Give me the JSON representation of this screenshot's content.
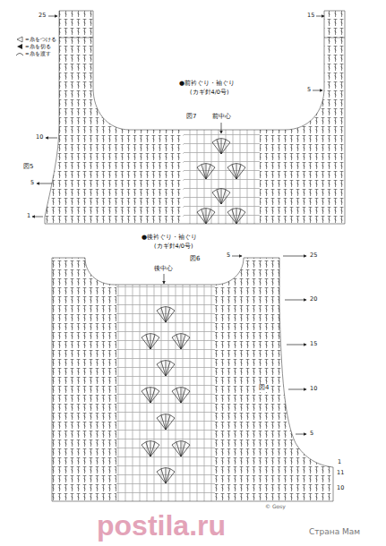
{
  "diagram": {
    "labels": [
      "●前衿ぐり・袖ぐり",
      "(カギ針4/0号)",
      "前中心",
      "図7",
      "図5",
      "25",
      "10",
      "5",
      "1",
      "15",
      "5",
      "●後衿ぐり・袖ぐり",
      "(カギ針4/0号)",
      "後中心",
      "図6",
      "図4",
      "5",
      "25",
      "20",
      "15",
      "10",
      "5",
      "1",
      "11",
      "10",
      "© Gosy",
      "postila.ru",
      "Страна Мам"
    ],
    "legend": [
      {
        "text": "=糸をつける"
      },
      {
        "text": "=糸を切る"
      },
      {
        "text": "=糸を渡す"
      }
    ]
  }
}
